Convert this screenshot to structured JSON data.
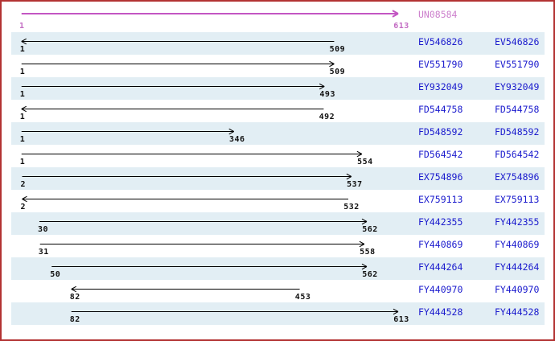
{
  "viewer": {
    "consensus": {
      "label": "UN08584",
      "start": "1",
      "end": "613",
      "length": 613
    },
    "rows": [
      {
        "label": "EV546826",
        "start": "1",
        "end": "509",
        "direction": "left"
      },
      {
        "label": "EV551790",
        "start": "1",
        "end": "509",
        "direction": "right"
      },
      {
        "label": "EY932049",
        "start": "1",
        "end": "493",
        "direction": "right"
      },
      {
        "label": "FD544758",
        "start": "1",
        "end": "492",
        "direction": "left"
      },
      {
        "label": "FD548592",
        "start": "1",
        "end": "346",
        "direction": "right"
      },
      {
        "label": "FD564542",
        "start": "1",
        "end": "554",
        "direction": "right"
      },
      {
        "label": "EX754896",
        "start": "2",
        "end": "537",
        "direction": "right"
      },
      {
        "label": "EX759113",
        "start": "2",
        "end": "532",
        "direction": "left"
      },
      {
        "label": "FY442355",
        "start": "30",
        "end": "562",
        "direction": "right"
      },
      {
        "label": "FY440869",
        "start": "31",
        "end": "558",
        "direction": "right"
      },
      {
        "label": "FY444264",
        "start": "50",
        "end": "562",
        "direction": "right"
      },
      {
        "label": "FY440970",
        "start": "82",
        "end": "453",
        "direction": "left"
      },
      {
        "label": "FY444528",
        "start": "82",
        "end": "613",
        "direction": "right"
      }
    ],
    "colors": {
      "frame_border": "#b23232",
      "stripe_band": "#e2eef4",
      "consensus_arrow": "#c356c3",
      "consensus_label": "#cc7fcc",
      "consensus_coords": "#c36cc3",
      "read_arrow": "#000000",
      "accession_link": "#1a1acd",
      "coord_text": "#111111",
      "background": "#ffffff"
    }
  }
}
